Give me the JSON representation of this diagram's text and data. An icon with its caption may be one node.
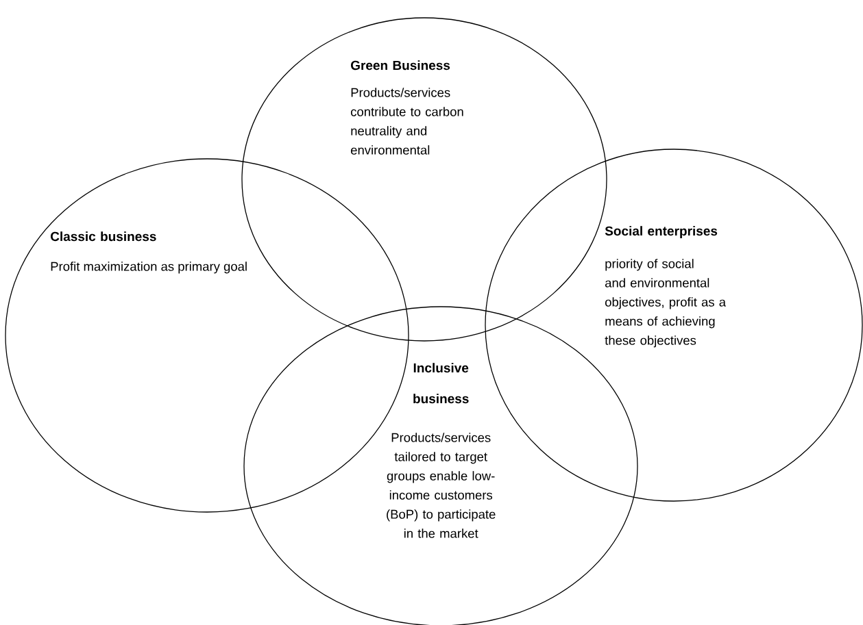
{
  "diagram": {
    "nodes": [
      {
        "text": [
          "Green Business",
          "Products/services contribute to carbon neutrality and environmental"
        ]
      },
      {
        "text": [
          "Classic business",
          "Profit maximization as primary goal"
        ]
      },
      {
        "text": [
          "Social enterprises",
          "priority of social and environmental objectives, profit as a means of achieving these objectives"
        ]
      },
      {
        "text": [
          "Inclusive business",
          "Products/services tailored to target groups enable low-income customers (BoP) to participate in the market"
        ]
      }
    ]
  }
}
